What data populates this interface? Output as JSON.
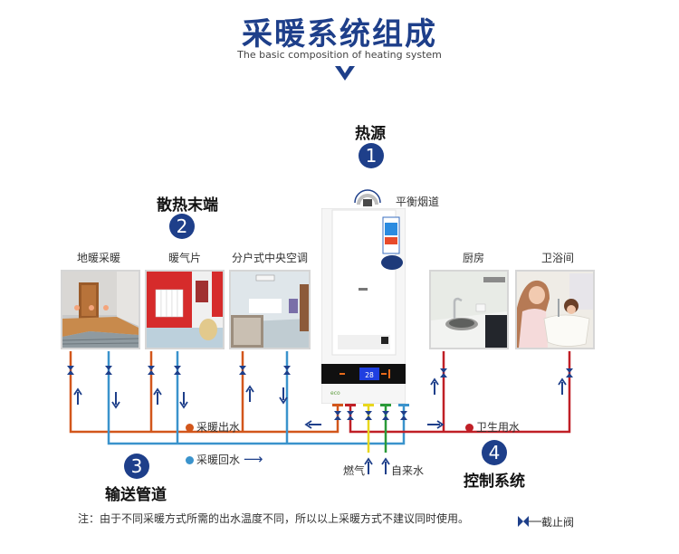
{
  "header": {
    "title": "采暖系统组成",
    "subtitle": "The basic composition of heating system"
  },
  "sections": [
    {
      "number": "1",
      "title": "热源"
    },
    {
      "number": "2",
      "title": "散热末端"
    },
    {
      "number": "3",
      "title": "输送管道"
    },
    {
      "number": "4",
      "title": "控制系统"
    }
  ],
  "heat_source": {
    "flue_label": "平衡烟道",
    "display_reading": "28"
  },
  "terminals": [
    {
      "label": "地暖采暖",
      "image": "floor-heating-room"
    },
    {
      "label": "暖气片",
      "image": "radiator-room"
    },
    {
      "label": "分户式中央空调",
      "image": "central-ac-living-room"
    }
  ],
  "domestic": [
    {
      "label": "厨房",
      "image": "kitchen-sink"
    },
    {
      "label": "卫浴间",
      "image": "bathtub"
    }
  ],
  "pipes": {
    "heating_supply": {
      "label": "采暖出水",
      "color": "#d2561b"
    },
    "heating_return": {
      "label": "采暖回水",
      "color": "#3a93cc"
    },
    "domestic_water": {
      "label": "卫生用水",
      "color": "#c01f26"
    },
    "gas": {
      "label": "燃气",
      "color": "#e8d71e"
    },
    "tap_water": {
      "label": "自来水",
      "color": "#2a9a38"
    }
  },
  "colors": {
    "brand_blue": "#1e3f8a",
    "arrow_blue": "#1e3f8a"
  },
  "footer": {
    "note": "注：由于不同采暖方式所需的出水温度不同，所以以上采暖方式不建议同时使用。",
    "valve_legend": "截止阀"
  }
}
